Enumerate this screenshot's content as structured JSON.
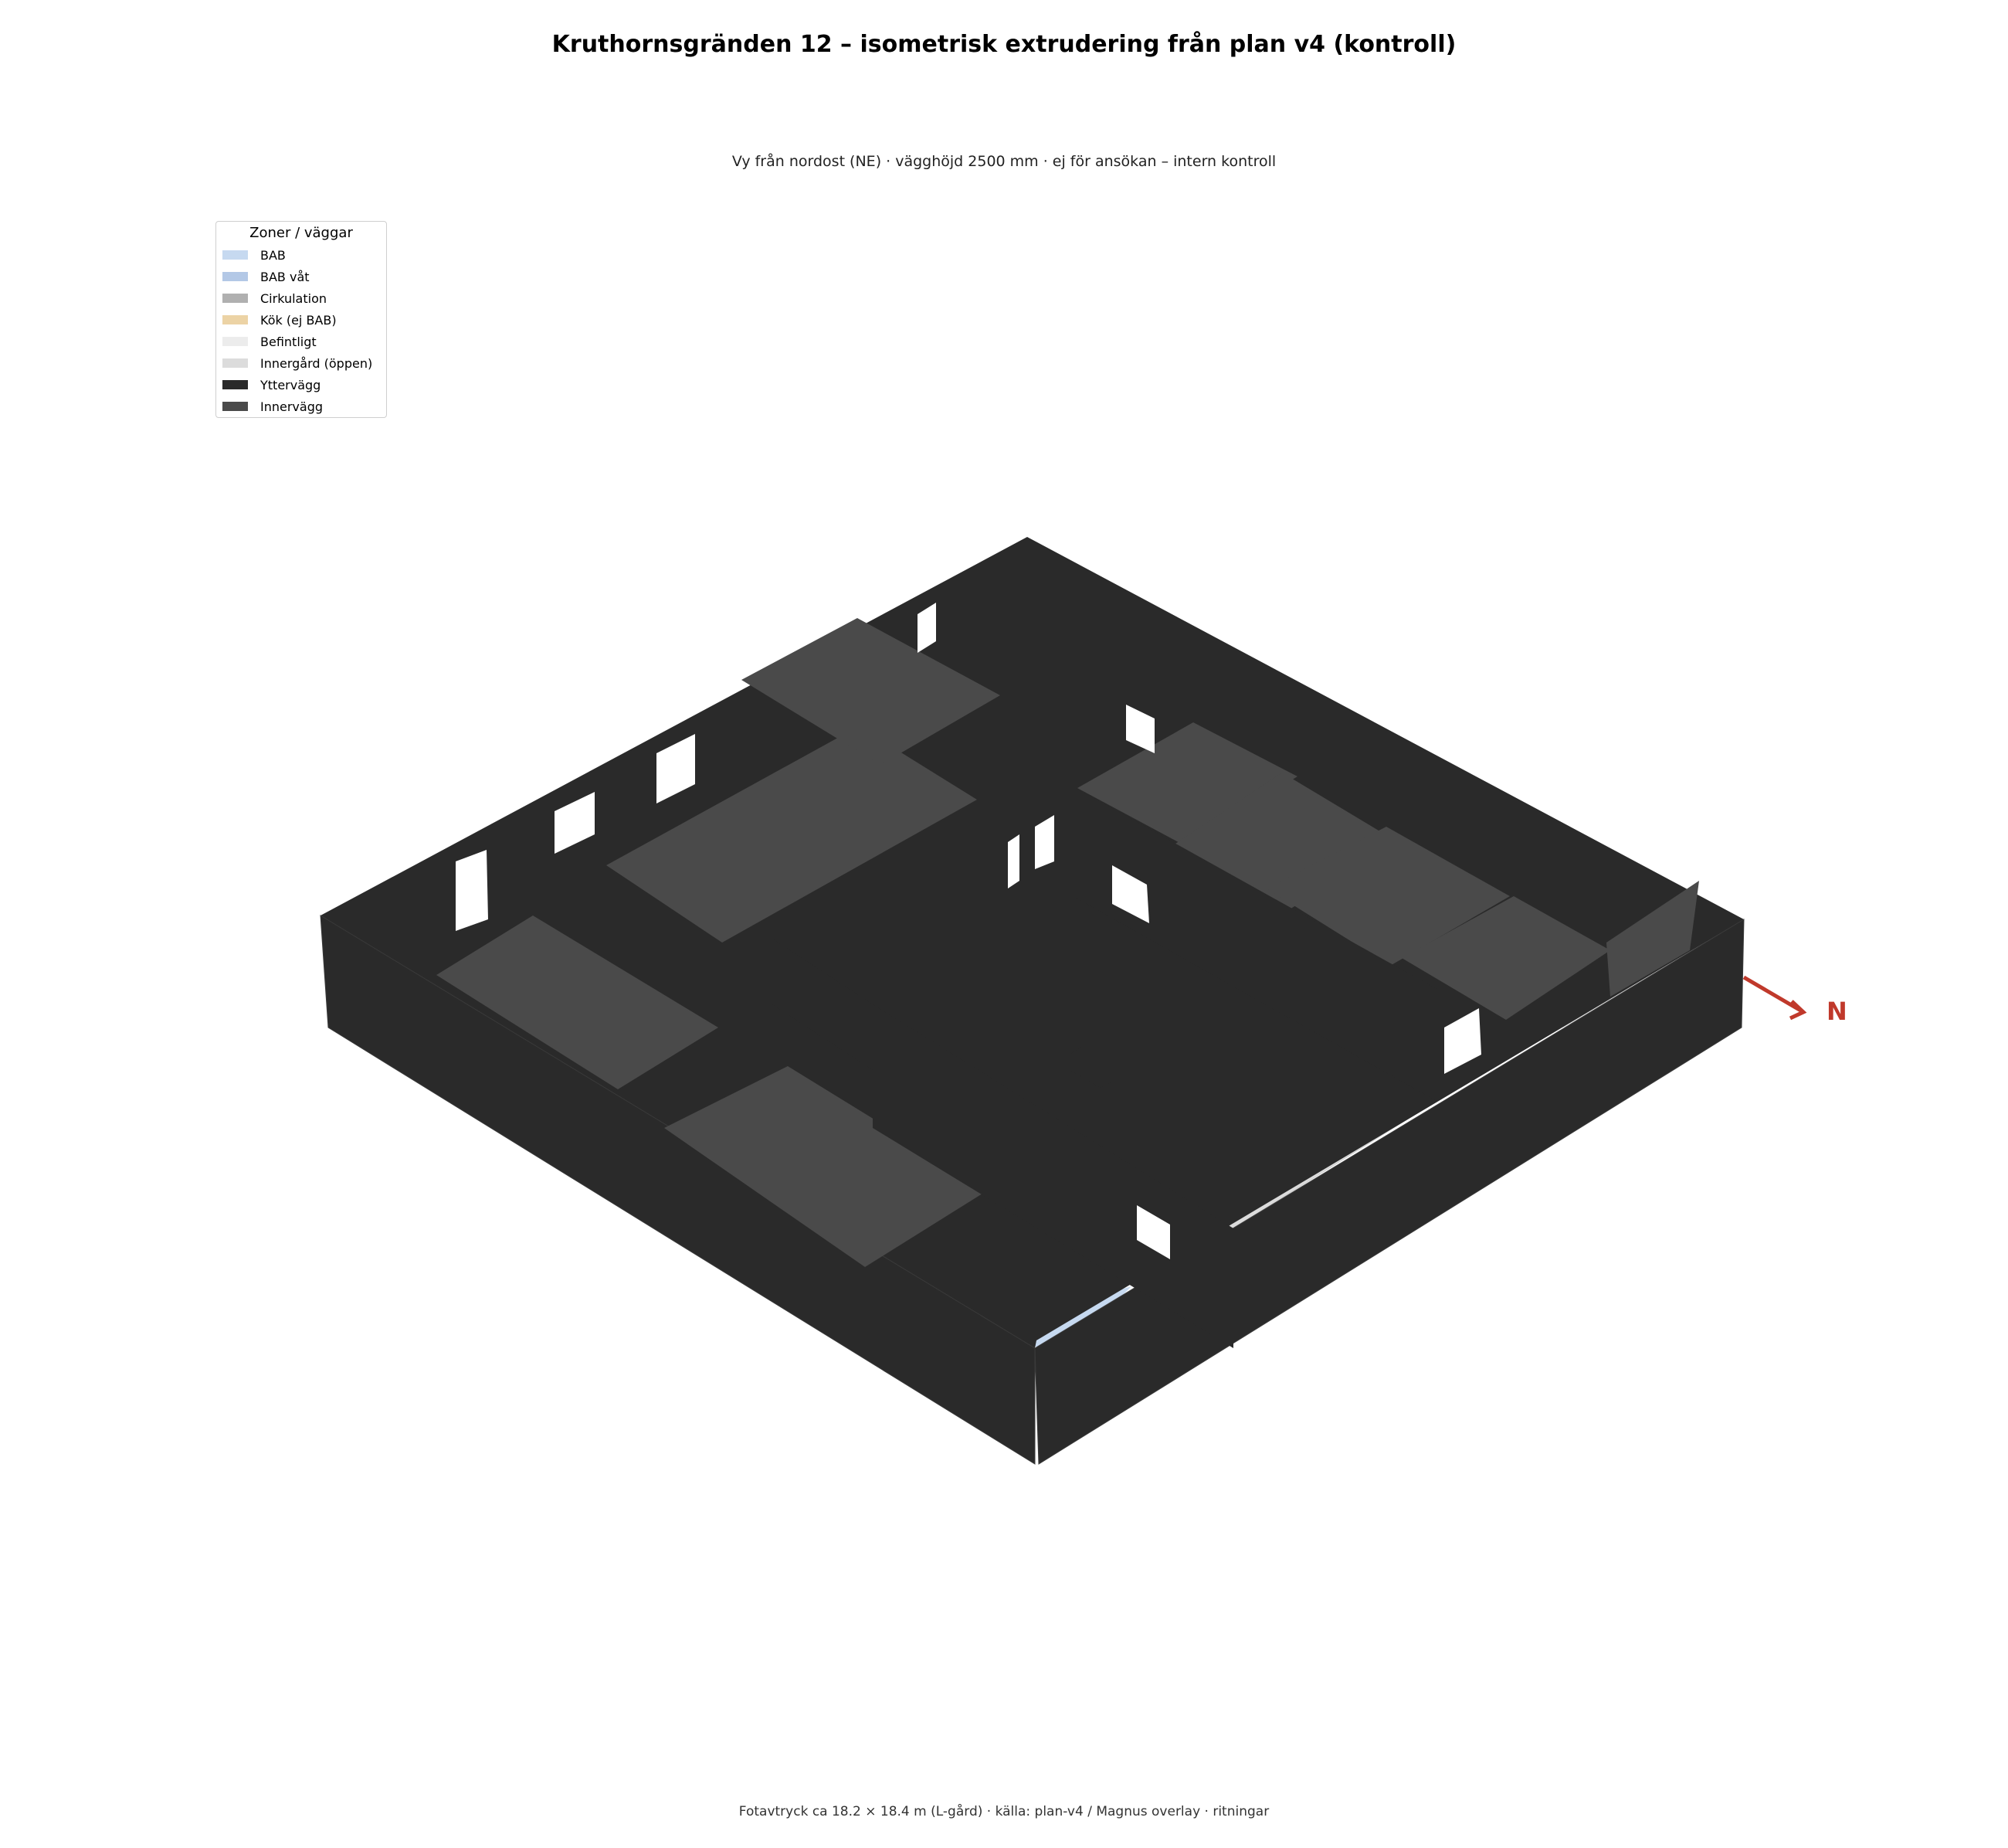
{
  "header": {
    "title": "Kruthornsgränden 12 – isometrisk extrudering från plan v4 (kontroll)",
    "subtitle": "Vy från nordost (NE)  ·  vägghöjd 2500 mm  ·  ej för ansökan – intern kontroll"
  },
  "legend": {
    "title": "Zoner / väggar",
    "items": [
      {
        "label": "BAB",
        "color": "#c6d9f0"
      },
      {
        "label": "BAB våt",
        "color": "#b3c8e6"
      },
      {
        "label": "Cirkulation",
        "color": "#b0b0b0"
      },
      {
        "label": "Kök (ej BAB)",
        "color": "#ecd3a5"
      },
      {
        "label": "Befintligt",
        "color": "#ececec"
      },
      {
        "label": "Innergård (öppen)",
        "color": "#dcdcdc"
      },
      {
        "label": "Yttervägg",
        "color": "#2a2a2a"
      },
      {
        "label": "Innervägg",
        "color": "#4a4a4a"
      }
    ]
  },
  "compass": {
    "label": "N",
    "color": "#c0392b"
  },
  "footer": {
    "text": "Fotavtryck ca 18.2 × 18.4 m (L-gård)  ·  källa: plan-v4 / Magnus overlay  ·  ritningar"
  },
  "colors": {
    "outer_wall": "#2a2a2a",
    "inner_wall": "#4a4a4a",
    "courtyard": "#dcdcdc",
    "existing": "#ececec",
    "circulation": "#b0b0b0",
    "bab": "#c6d9f0",
    "bab_wet": "#b3c8e6"
  }
}
